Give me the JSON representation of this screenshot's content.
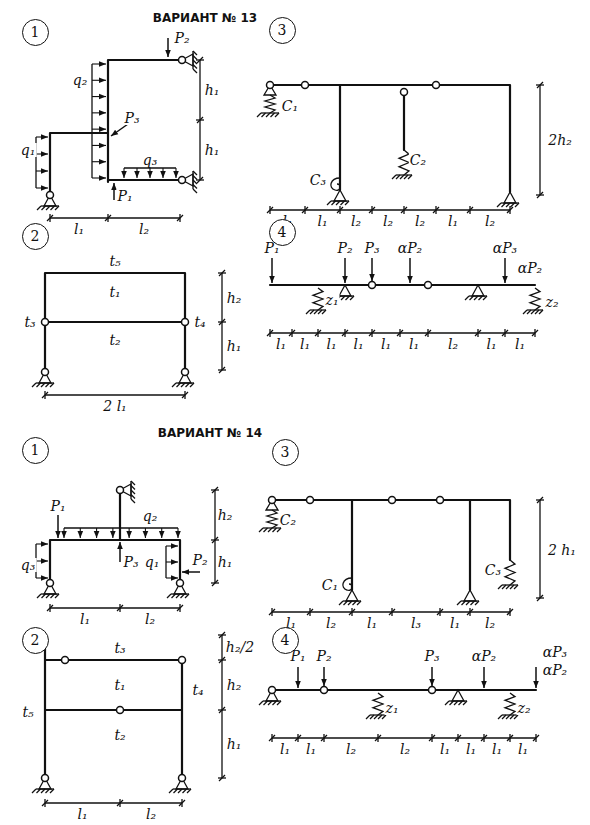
{
  "diagram": {
    "nodes": [
      {
        "text": [
          "1"
        ]
      },
      {
        "text": [
          "3"
        ]
      },
      {
        "text": [
          "2"
        ]
      },
      {
        "text": [
          "4"
        ]
      },
      {
        "text": [
          "1"
        ]
      },
      {
        "text": [
          "3"
        ]
      },
      {
        "text": [
          "2"
        ]
      },
      {
        "text": [
          "4"
        ]
      }
    ],
    "labels": [
      "ВАРИАНТ № 13",
      "P₂",
      "q₂",
      "h₁",
      "P₃",
      "q₃",
      "q₁",
      "h₁",
      "l₁",
      "P₁",
      "l₂",
      "2h₂",
      "C₁",
      "C₃",
      "C₂",
      "l₁",
      "l₁",
      "l₂",
      "l₂",
      "l₂",
      "l₁",
      "l₂",
      "t₅",
      "h₂",
      "t₁",
      "t₃",
      "t₄",
      "h₁",
      "t₂",
      "2 l₁",
      "P₁",
      "P₂",
      "P₃",
      "αP₂",
      "αP₃",
      "αP₂",
      "z₁",
      "z₂",
      "l₁",
      "l₁",
      "l₁",
      "l₁",
      "l₁",
      "l₁",
      "l₂",
      "l₁",
      "l₁",
      "ВАРИАНТ № 14",
      "P₁",
      "q₂",
      "h₂",
      "q₃",
      "P₃",
      "q₁",
      "P₂",
      "h₁",
      "l₁",
      "l₂",
      "2 h₁",
      "C₂",
      "C₁",
      "C₃",
      "l₁",
      "l₂",
      "l₁",
      "l₃",
      "l₁",
      "l₂",
      "t₃",
      "h₂/2",
      "t₁",
      "h₂",
      "t₄",
      "t₅",
      "t₂",
      "h₁",
      "l₁",
      "l₂",
      "P₁",
      "P₂",
      "P₃",
      "αP₂",
      "αP₃",
      "αP₂",
      "z₁",
      "z₂",
      "l₁",
      "l₁",
      "l₂",
      "l₂",
      "l₁",
      "l₁",
      "l₁",
      "l₁"
    ]
  }
}
